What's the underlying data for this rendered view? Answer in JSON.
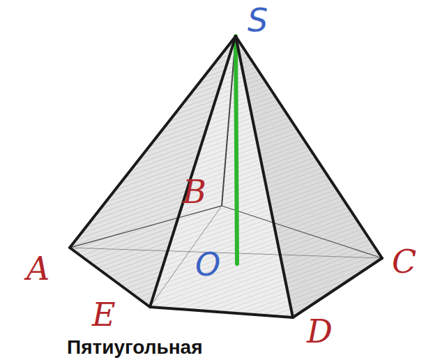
{
  "diagram": {
    "labels": [
      "S",
      "B",
      "A",
      "O",
      "C",
      "E",
      "D",
      "Пятиугольная"
    ]
  }
}
